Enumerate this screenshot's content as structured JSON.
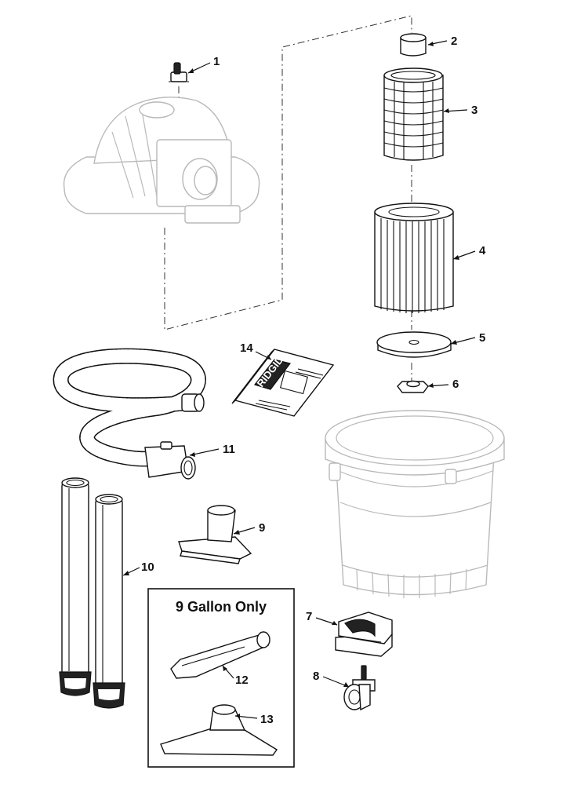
{
  "callouts": [
    {
      "id": "1",
      "label": "1"
    },
    {
      "id": "2",
      "label": "2"
    },
    {
      "id": "3",
      "label": "3"
    },
    {
      "id": "4",
      "label": "4"
    },
    {
      "id": "5",
      "label": "5"
    },
    {
      "id": "6",
      "label": "6"
    },
    {
      "id": "7",
      "label": "7"
    },
    {
      "id": "8",
      "label": "8"
    },
    {
      "id": "9",
      "label": "9"
    },
    {
      "id": "10",
      "label": "10"
    },
    {
      "id": "11",
      "label": "11"
    },
    {
      "id": "12",
      "label": "12"
    },
    {
      "id": "13",
      "label": "13"
    },
    {
      "id": "14",
      "label": "14"
    }
  ],
  "inset_box": {
    "title": "9 Gallon Only"
  },
  "manual": {
    "brand": "RIDGID"
  }
}
